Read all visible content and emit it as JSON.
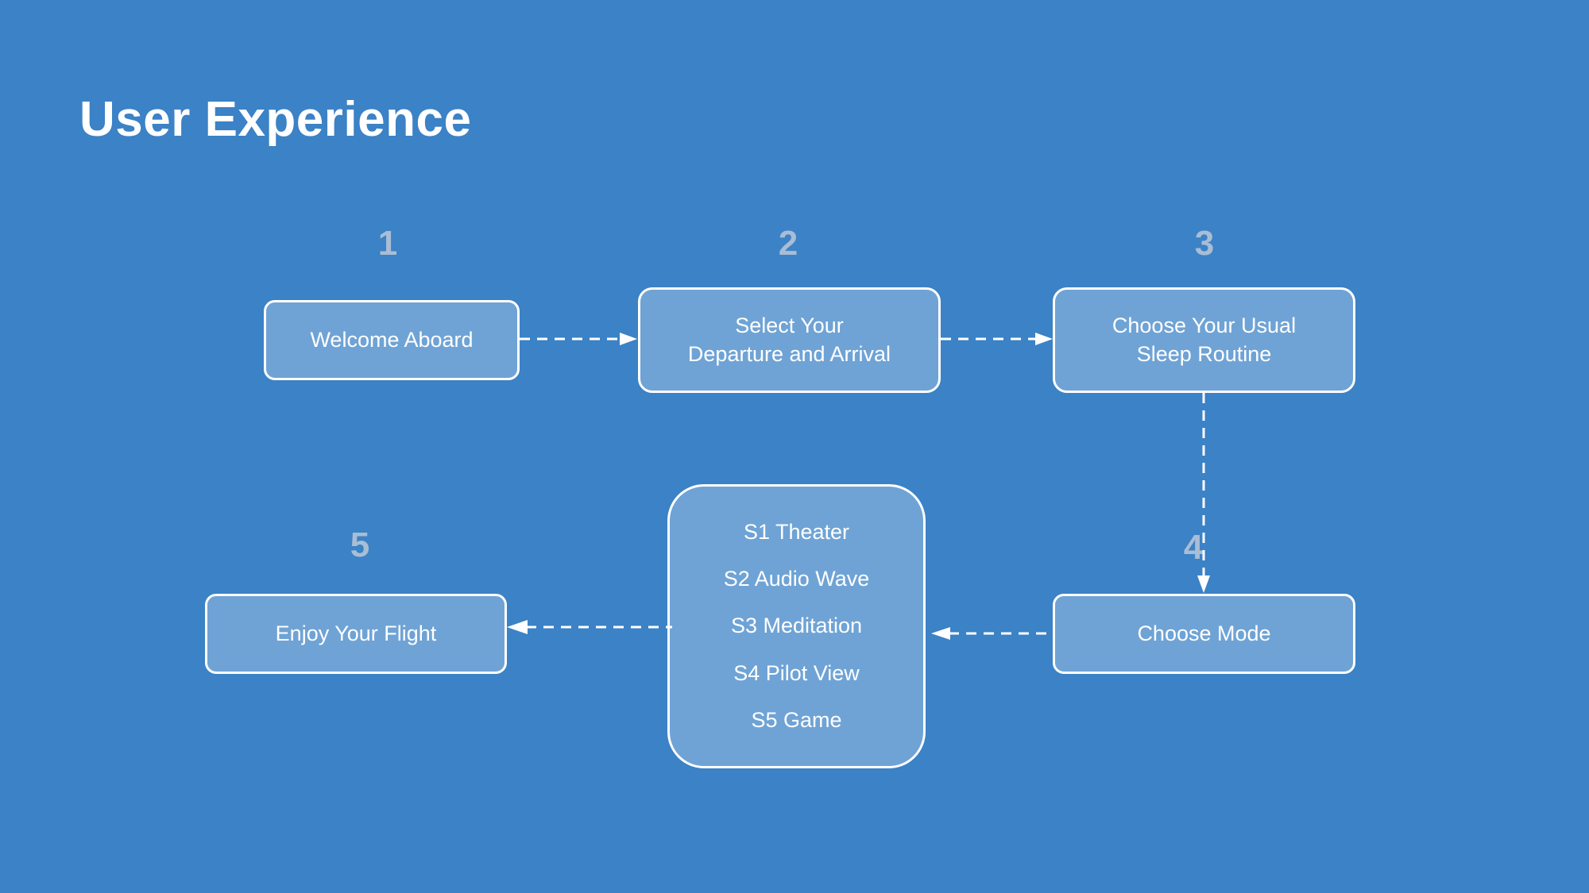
{
  "slide": {
    "title": "User Experience",
    "background_color": "#3b82c6",
    "box_fill_color": "#6fa3d5",
    "box_border_color": "#ffffff",
    "step_number_color": "#a9bdd4",
    "text_color": "#ffffff"
  },
  "steps": [
    {
      "number": "1",
      "label": "Welcome Aboard"
    },
    {
      "number": "2",
      "label": "Select Your Departure and Arrival"
    },
    {
      "number": "3",
      "label": "Choose Your Usual Sleep Routine"
    },
    {
      "number": "4",
      "label": "Choose Mode"
    },
    {
      "number": "5",
      "label": "Enjoy Your Flight"
    }
  ],
  "boxes": {
    "welcome": {
      "line1": "Welcome Aboard"
    },
    "select": {
      "line1": "Select Your",
      "line2": "Departure and Arrival"
    },
    "sleep": {
      "line1": "Choose Your Usual",
      "line2": "Sleep Routine"
    },
    "mode": {
      "line1": "Choose Mode"
    },
    "enjoy": {
      "line1": "Enjoy Your Flight"
    }
  },
  "scene_list": {
    "items": [
      "S1 Theater",
      "S2 Audio Wave",
      "S3 Meditation",
      "S4 Pilot View",
      "S5 Game"
    ]
  },
  "connectors": [
    {
      "name": "welcome-to-select",
      "from": "welcome",
      "to": "select",
      "direction": "right",
      "style": "dashed"
    },
    {
      "name": "select-to-sleep",
      "from": "select",
      "to": "sleep",
      "direction": "right",
      "style": "dashed"
    },
    {
      "name": "sleep-to-mode",
      "from": "sleep",
      "to": "mode",
      "direction": "down",
      "style": "dashed"
    },
    {
      "name": "mode-to-scenes",
      "from": "mode",
      "to": "scene-list",
      "direction": "left",
      "style": "dashed"
    },
    {
      "name": "scenes-to-enjoy",
      "from": "scene-list",
      "to": "enjoy",
      "direction": "left",
      "style": "dashed"
    }
  ]
}
